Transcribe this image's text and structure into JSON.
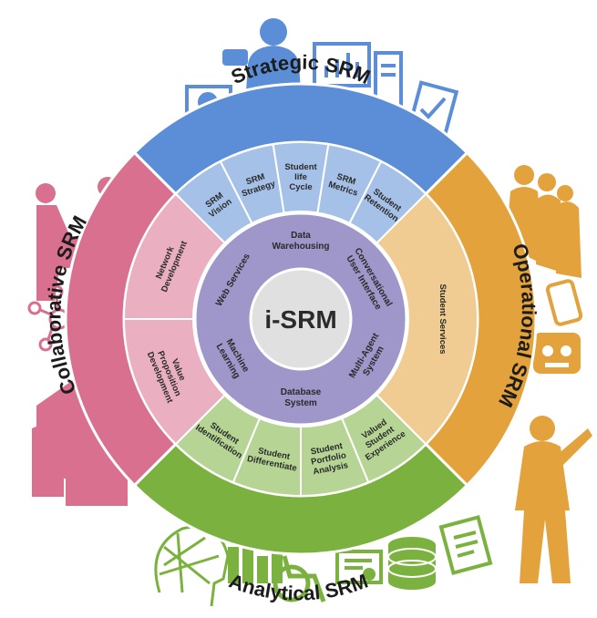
{
  "center": {
    "label": "i-SRM"
  },
  "quadrants": {
    "strategic": {
      "title": "Strategic SRM",
      "color": "#5b8ed6"
    },
    "operational": {
      "title": "Operational SRM",
      "color": "#e3a23b"
    },
    "analytical": {
      "title": "Analytical SRM",
      "color": "#7bb23f"
    },
    "collaborative": {
      "title": "Collaborative SRM",
      "color": "#d9708f"
    }
  },
  "strategic_segments": [
    [
      "SRM",
      "Vision"
    ],
    [
      "SRM",
      "Strategy"
    ],
    [
      "Student",
      "life",
      "Cycle"
    ],
    [
      "SRM",
      "Metrics"
    ],
    [
      "Student",
      "Retention"
    ]
  ],
  "operational_segments": [
    [
      "Student Services"
    ]
  ],
  "analytical_segments": [
    [
      "Valued",
      "Student",
      "Experience"
    ],
    [
      "Student",
      "Portfolio",
      "Analysis"
    ],
    [
      "Student",
      "Differentiate"
    ],
    [
      "Student",
      "Identification"
    ]
  ],
  "collaborative_segments": [
    [
      "Value",
      "Proposition",
      "Development"
    ],
    [
      "Network",
      "Development"
    ]
  ],
  "core_items": [
    [
      "Data",
      "Warehousing"
    ],
    [
      "Conversational",
      "User Interface"
    ],
    [
      "Multi-Agent",
      "System"
    ],
    [
      "Database",
      "System"
    ],
    [
      "Machine",
      "Learning"
    ],
    [
      "Web Services"
    ]
  ],
  "icons": {
    "strategic": [
      "presentation-board-icon",
      "businessman-icon",
      "computer-monitor-icon",
      "desktop-tower-icon",
      "checklist-icon"
    ],
    "operational": [
      "staff-group-icon",
      "mobile-phone-icon",
      "robot-icon",
      "customer-service-icon"
    ],
    "analytical": [
      "ai-head-icon",
      "bar-chart-icon",
      "wheelchair-icon",
      "certificate-icon",
      "database-icon",
      "report-icon"
    ],
    "collaborative": [
      "handshake-icon",
      "network-nodes-icon",
      "buildings-icon"
    ]
  }
}
